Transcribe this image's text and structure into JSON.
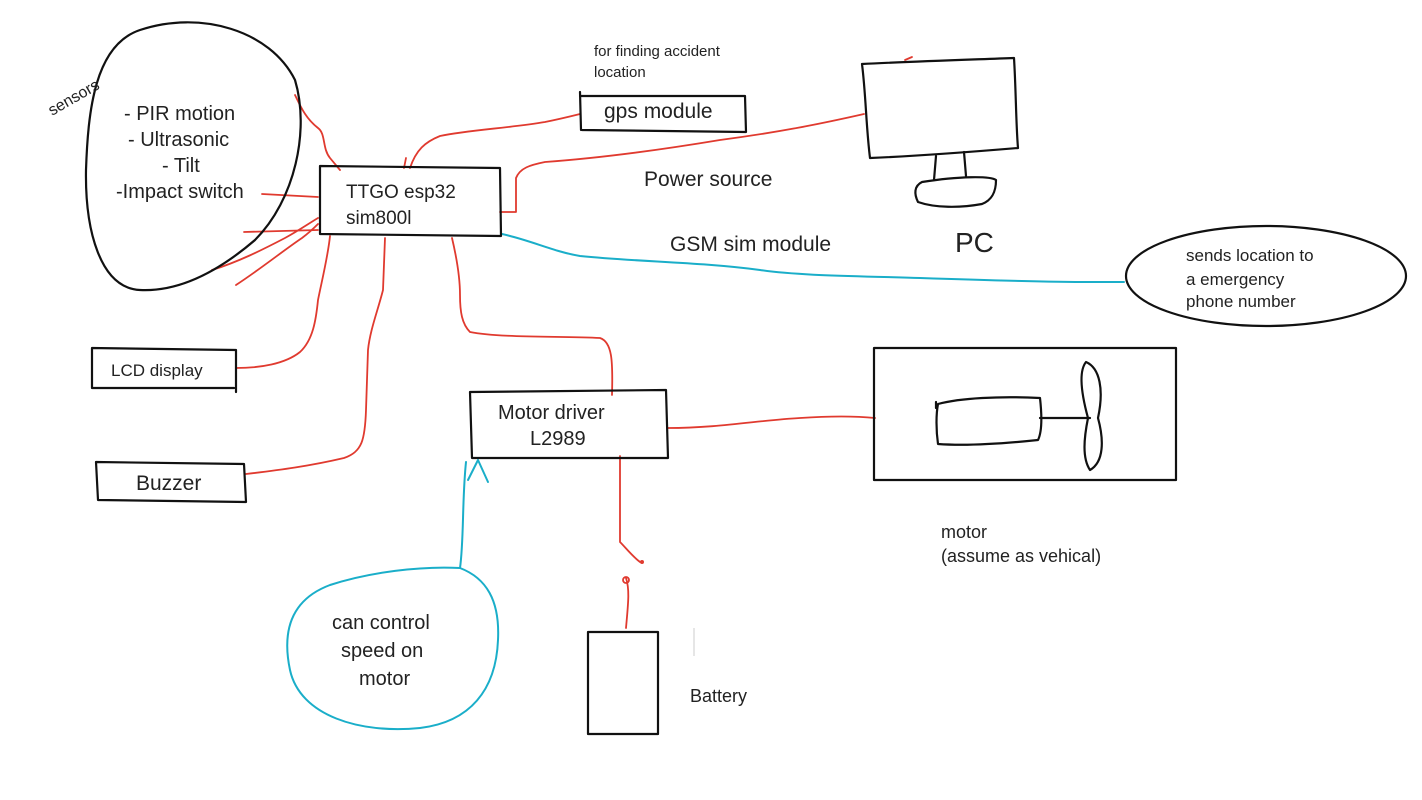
{
  "sensors": {
    "group_label": "sensors",
    "items": [
      "- PIR motion",
      "- Ultrasonic",
      "- Tilt",
      "-Impact switch"
    ]
  },
  "mcu": {
    "line1": "TTGO esp32",
    "line2": "sim800l"
  },
  "gps": {
    "note_line1": "for finding accident",
    "note_line2": "location",
    "label": "gps module"
  },
  "pc": {
    "label": "PC",
    "link_label": "Power source"
  },
  "gsm": {
    "link_label": "GSM sim module",
    "bubble_line1": "sends location to",
    "bubble_line2": "a emergency",
    "bubble_line3": "phone number"
  },
  "lcd": {
    "label": "LCD display"
  },
  "buzzer": {
    "label": "Buzzer"
  },
  "motor_driver": {
    "line1": "Motor driver",
    "line2": "L2989"
  },
  "speed_note": {
    "line1": "can control",
    "line2": "speed on",
    "line3": "motor"
  },
  "motor": {
    "line1": "motor",
    "line2": "(assume as vehical)"
  },
  "battery": {
    "label": "Battery"
  },
  "colors": {
    "wire_power": "#e03a2f",
    "wire_signal": "#1aaec9",
    "outline": "#111111"
  }
}
